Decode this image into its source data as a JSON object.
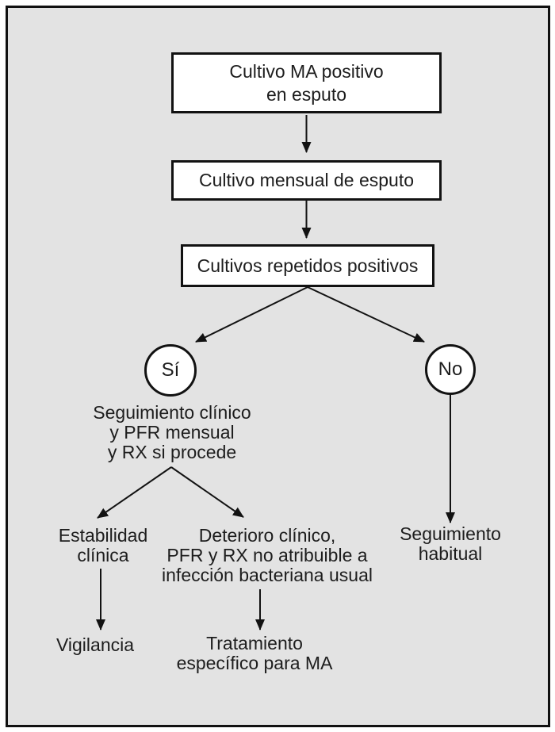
{
  "colors": {
    "background": "#e3e3e3",
    "node_fill": "#ffffff",
    "line": "#121212"
  },
  "flowchart": {
    "start": "Cultivo MA positivo\nen esputo",
    "monthly_culture": "Cultivo mensual de esputo",
    "repeated_cultures": "Cultivos repetidos positivos",
    "yes_label": "Sí",
    "no_label": "No",
    "clinical_followup": "Seguimiento clínico\ny PFR mensual\ny RX si procede",
    "stability": "Estabilidad\nclínica",
    "deterioration": "Deterioro clínico,\nPFR y RX no atribuible a\ninfección bacteriana usual",
    "surveillance": "Vigilancia",
    "treatment": "Tratamiento\nespecífico para MA",
    "usual_followup": "Seguimiento\nhabitual"
  }
}
